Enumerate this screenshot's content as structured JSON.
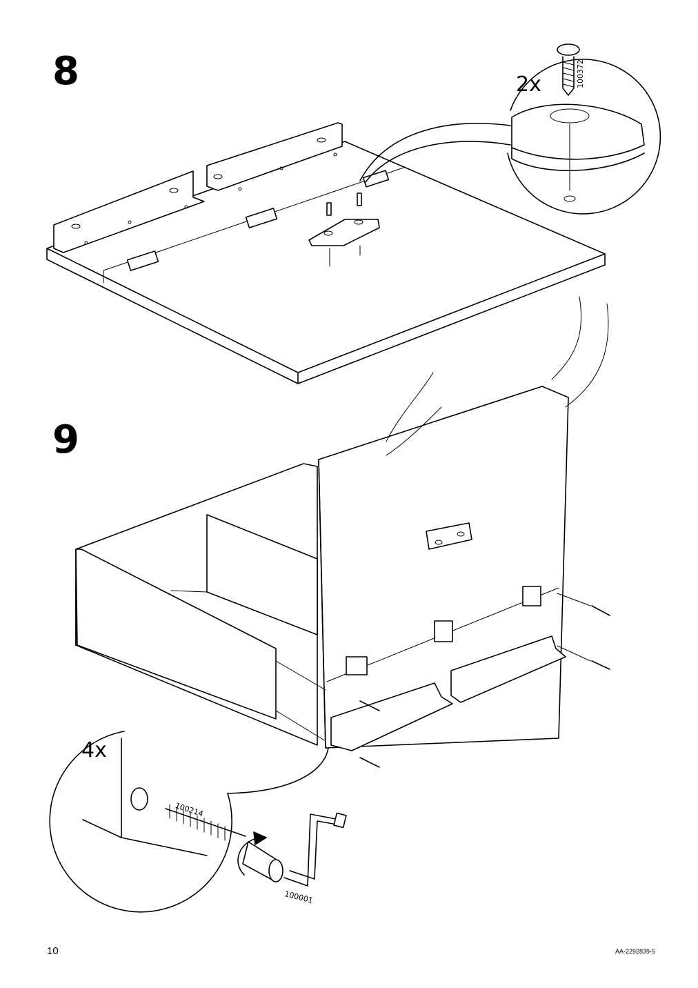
{
  "page": {
    "page_number": "10",
    "document_code": "AA-2292839-5"
  },
  "steps": [
    {
      "number": "8",
      "quantity": "2x",
      "part_number": "100372"
    },
    {
      "number": "9",
      "quantity": "4x",
      "part_numbers": [
        "100214",
        "100001"
      ]
    }
  ]
}
